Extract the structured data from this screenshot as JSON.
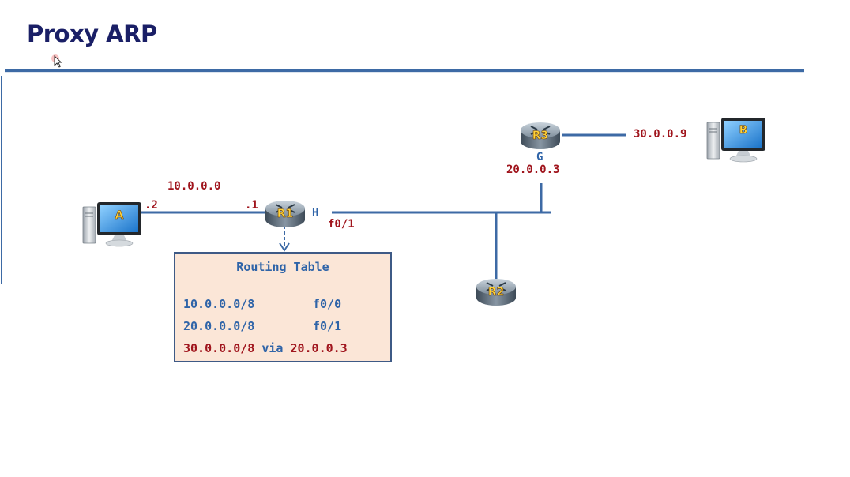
{
  "title": "Proxy ARP",
  "colors": {
    "title": "#1a1f66",
    "link": "#3d6aa5",
    "label_red": "#a0151d",
    "label_blue": "#2f64a8",
    "table_bg": "#fbe6d7"
  },
  "hosts": {
    "a": {
      "label": "A",
      "address_suffix": ".2"
    },
    "b": {
      "label": "B",
      "address": "30.0.0.9"
    }
  },
  "routers": {
    "r1": {
      "label": "R1",
      "address_suffix": ".1",
      "mac": "H",
      "interface": "f0/1"
    },
    "r2": {
      "label": "R2"
    },
    "r3": {
      "label": "R3",
      "mac": "G",
      "address": "20.0.0.3"
    }
  },
  "networks": {
    "left": "10.0.0.0"
  },
  "routing_table": {
    "title": "Routing Table",
    "rows": [
      {
        "network": "10.0.0.0/8",
        "next": "f0/0"
      },
      {
        "network": "20.0.0.0/8",
        "next": "f0/1"
      },
      {
        "network": "30.0.0.0/8",
        "via": "via",
        "next": "20.0.0.3"
      }
    ]
  }
}
